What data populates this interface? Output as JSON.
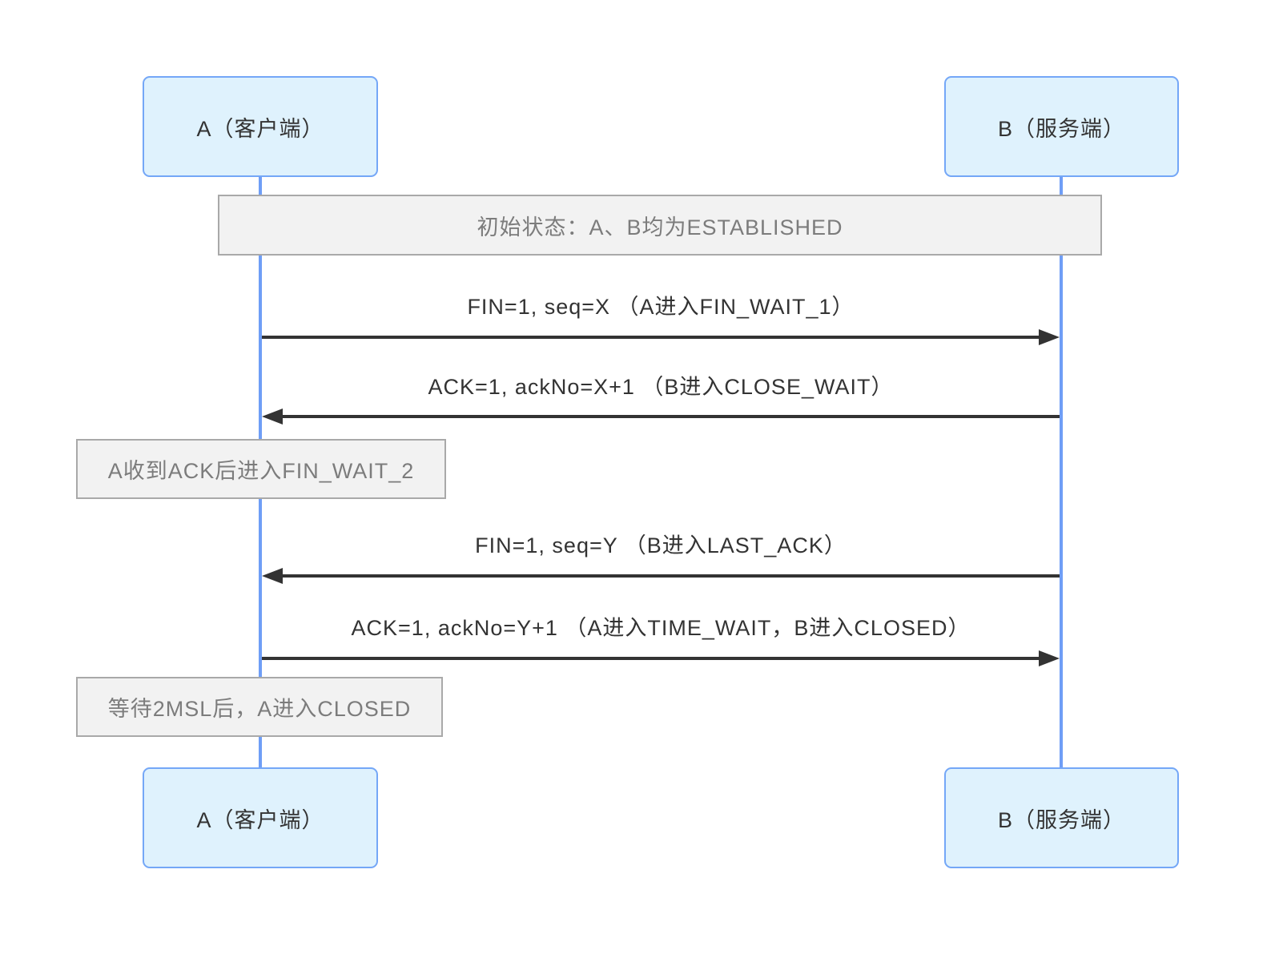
{
  "colors": {
    "actor_fill": "#dff2fd",
    "actor_border": "#74a7f7",
    "actor_text": "#333333",
    "lifeline": "#6f9ef6",
    "note_fill": "#f2f2f2",
    "note_border": "#a9a9a9",
    "note_text": "#7c7c7c",
    "message_text": "#333333",
    "arrow": "#333333"
  },
  "diagram": {
    "type": "sequence",
    "participants": {
      "a": "A（客户端）",
      "b": "B（服务端）"
    },
    "notes": {
      "initial": "初始状态：A、B均为ESTABLISHED",
      "fin_wait_2": "A收到ACK后进入FIN_WAIT_2",
      "time_wait": "等待2MSL后，A进入CLOSED"
    },
    "messages": [
      {
        "from": "A",
        "to": "B",
        "label": "FIN=1, seq=X （A进入FIN_WAIT_1）"
      },
      {
        "from": "B",
        "to": "A",
        "label": "ACK=1, ackNo=X+1 （B进入CLOSE_WAIT）"
      },
      {
        "from": "B",
        "to": "A",
        "label": "FIN=1, seq=Y （B进入LAST_ACK）"
      },
      {
        "from": "A",
        "to": "B",
        "label": "ACK=1, ackNo=Y+1 （A进入TIME_WAIT，B进入CLOSED）"
      }
    ]
  }
}
